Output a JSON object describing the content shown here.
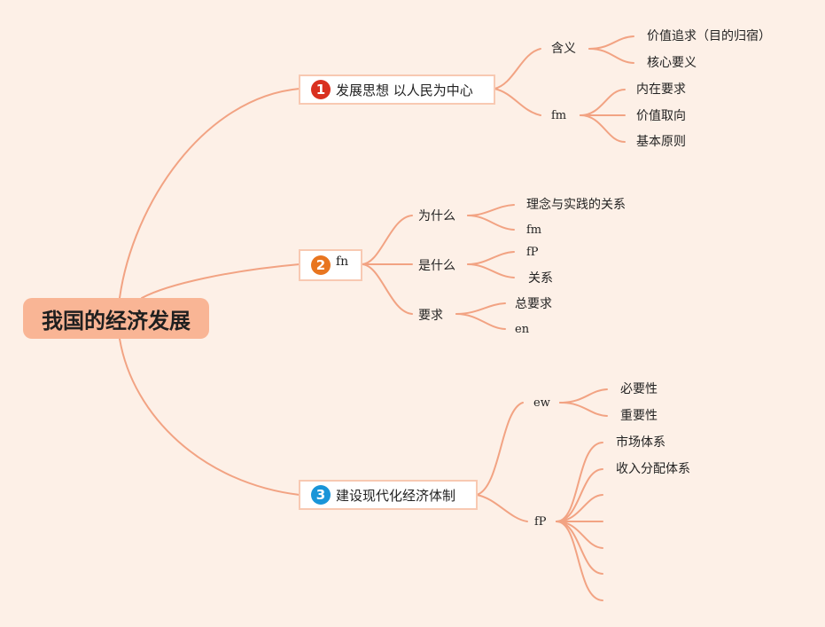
{
  "root": {
    "label": "我国的经济发展"
  },
  "branches": [
    {
      "number": "1",
      "label": "发展思想 以人民为中心",
      "children": [
        {
          "label": "含义",
          "children": [
            {
              "label": "价值追求（目的归宿）"
            },
            {
              "label": "核心要义"
            }
          ]
        },
        {
          "label": "fm",
          "children": [
            {
              "label": "内在要求"
            },
            {
              "label": "价值取向"
            },
            {
              "label": "基本原则"
            }
          ]
        }
      ]
    },
    {
      "number": "2",
      "label": "fn",
      "children": [
        {
          "label": "为什么",
          "children": [
            {
              "label": "理念与实践的关系"
            },
            {
              "label": "fm"
            }
          ]
        },
        {
          "label": "是什么",
          "children": [
            {
              "label": "fP"
            },
            {
              "label": "关系"
            }
          ]
        },
        {
          "label": "要求",
          "children": [
            {
              "label": "总要求"
            },
            {
              "label": "en"
            }
          ]
        }
      ]
    },
    {
      "number": "3",
      "label": "建设现代化经济体制",
      "children": [
        {
          "label": "ew",
          "children": [
            {
              "label": "必要性"
            },
            {
              "label": "重要性"
            }
          ]
        },
        {
          "label": "fP",
          "children": [
            {
              "label": "市场体系"
            },
            {
              "label": "收入分配体系"
            },
            {
              "label": ""
            },
            {
              "label": ""
            },
            {
              "label": ""
            },
            {
              "label": ""
            }
          ]
        }
      ]
    }
  ],
  "colors": {
    "background": "#fdf0e7",
    "connector": "#f2a383",
    "root_fill": "#f9b595",
    "branch_border": "#f8c9b2",
    "badge_1": "#d9301f",
    "badge_2": "#e8751f",
    "badge_3": "#1a95d8"
  }
}
